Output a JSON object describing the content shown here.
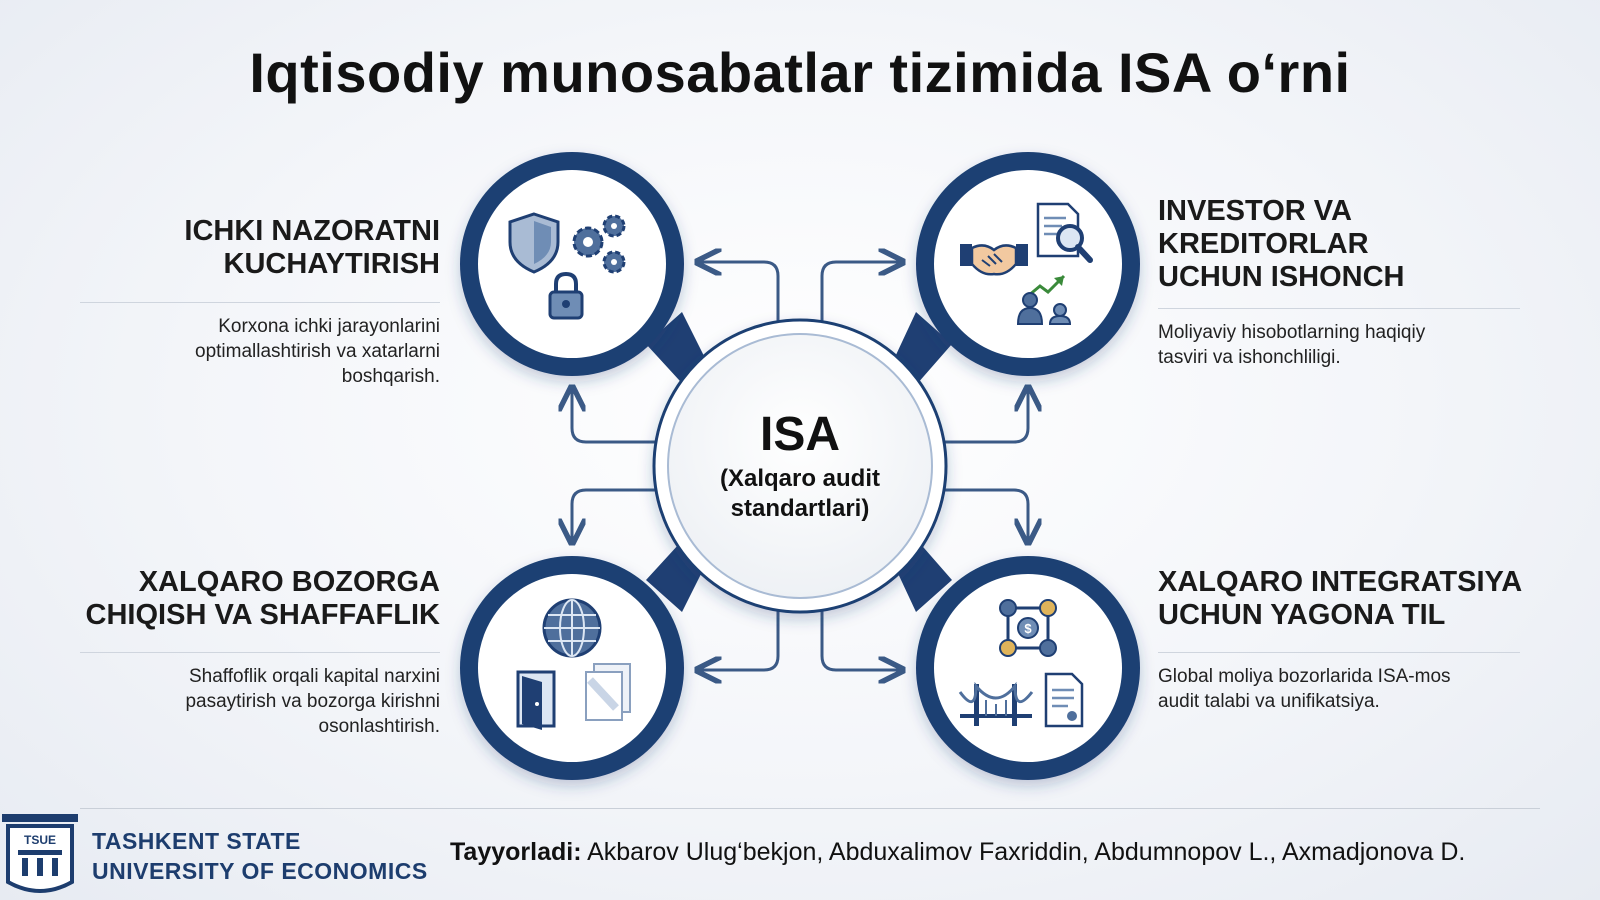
{
  "title": "Iqtisodiy munosabatlar tizimida ISA o‘rni",
  "center": {
    "heading": "ISA",
    "line1": "(Xalqaro audit",
    "line2": "standartlari)"
  },
  "quadrants": {
    "top_left": {
      "heading_lines": [
        "ICHKI NAZORATNI",
        "KUCHAYTIRISH"
      ],
      "text_lines": [
        "Korxona ichki jarayonlarini",
        "optimallashtirish va xatarlarni",
        "boshqarish."
      ],
      "icons": [
        "shield-icon",
        "gears-icon",
        "padlock-icon"
      ]
    },
    "top_right": {
      "heading_lines": [
        "INVESTOR VA",
        "KREDITORLAR",
        "UCHUN ISHONCH"
      ],
      "text_lines": [
        "Moliyaviy hisobotlarning haqiqiy",
        "tasviri va ishonchliligi."
      ],
      "icons": [
        "handshake-icon",
        "document-magnifier-icon",
        "growth-people-icon"
      ]
    },
    "bottom_left": {
      "heading_lines": [
        "XALQARO BOZORGA",
        "CHIQISH VA SHAFFAFLIK"
      ],
      "text_lines": [
        "Shaffoflik orqali kapital narxini",
        "pasaytirish va bozorga kirishni",
        "osonlashtirish."
      ],
      "icons": [
        "globe-icon",
        "open-door-icon",
        "documents-icon"
      ]
    },
    "bottom_right": {
      "heading_lines": [
        "XALQARO INTEGRATSIYA",
        "UCHUN YAGONA TIL"
      ],
      "text_lines": [
        "Global moliya bozorlarida ISA-mos",
        "audit talabi va unifikatsiya."
      ],
      "icons": [
        "currency-network-icon",
        "bridge-icon",
        "certificate-icon"
      ]
    }
  },
  "footer": {
    "logo_text": "TSUE",
    "university_line1": "TASHKENT STATE",
    "university_line2": "UNIVERSITY OF ECONOMICS",
    "prepared_label": "Tayyorladi:",
    "authors": " Akbarov Ulug‘bekjon, Abduxalimov Faxriddin, Abdumnopov L., Axmadjonova D."
  },
  "colors": {
    "primary": "#1f3f73",
    "ring_light": "#a9bbd4",
    "text_dark": "#1a1a1a"
  }
}
